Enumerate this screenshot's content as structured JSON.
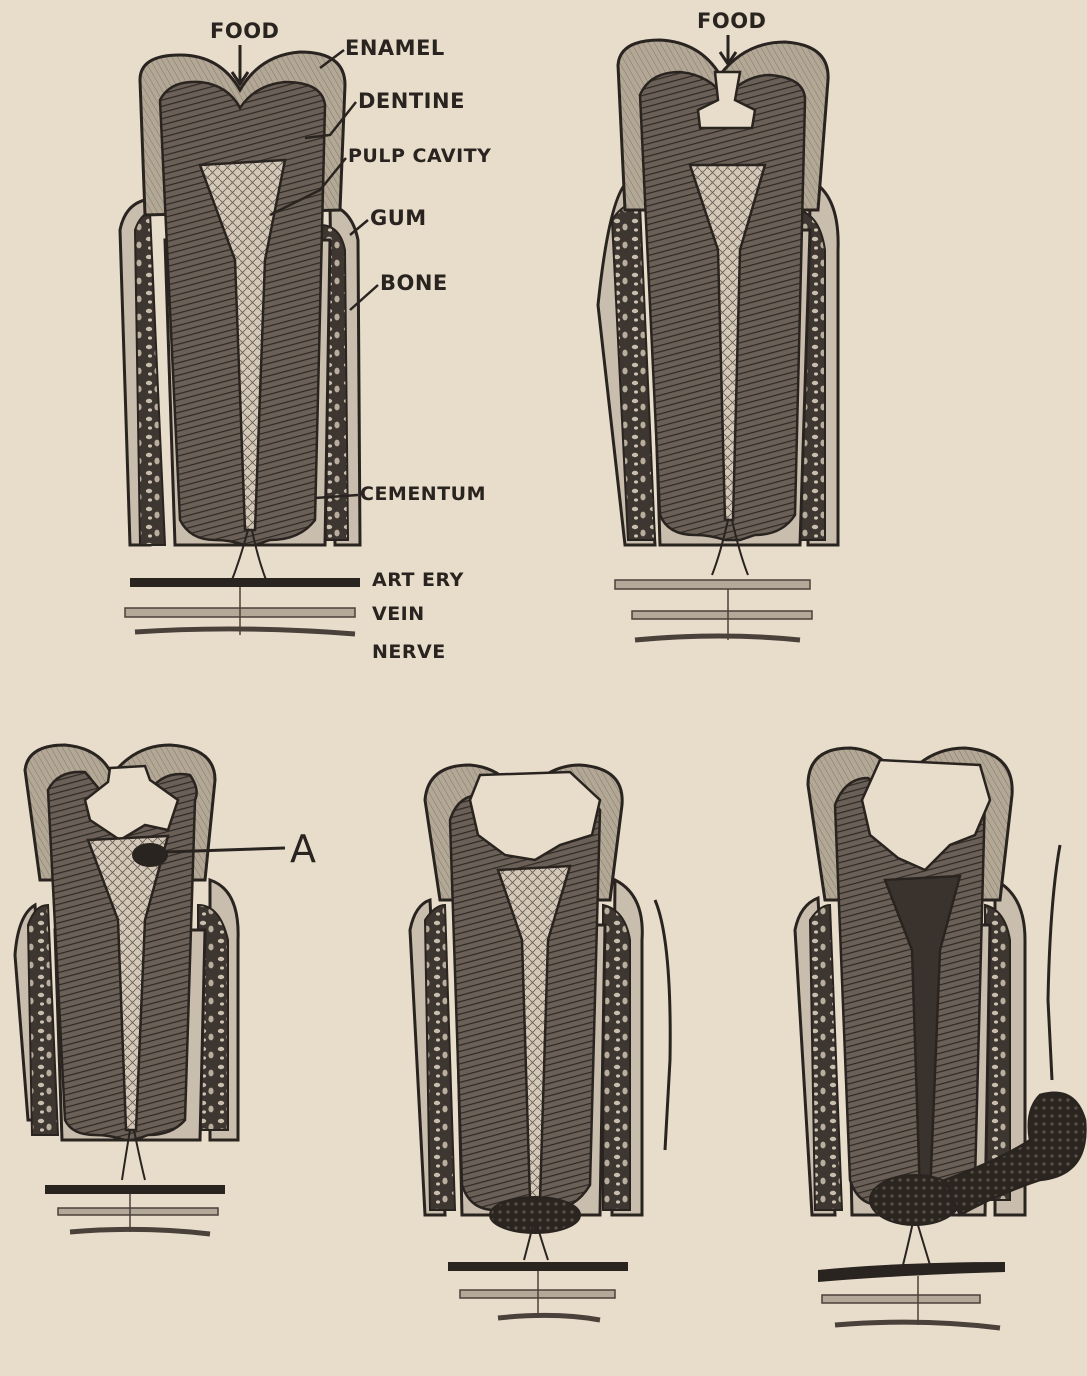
{
  "labels": {
    "food_top_left": "FOOD",
    "food_top_right": "FOOD",
    "enamel": "ENAMEL",
    "dentine": "DENTINE",
    "pulp_cavity": "PULP CAVITY",
    "gum": "GUM",
    "bone": "BONE",
    "cementum": "CEMENTUM",
    "artery": "ART ERY",
    "vein": "VEIN",
    "nerve": "NERVE",
    "point_a": "A"
  },
  "colors": {
    "paper": "#e8dccb",
    "ink": "#2a2420",
    "enamel_fill": "#b6aa9b",
    "dentine_fill": "#5f564e",
    "pulp_fill": "#cfc4b5",
    "bone_fill": "#433a33",
    "gum_fill": "#c9bdad"
  }
}
